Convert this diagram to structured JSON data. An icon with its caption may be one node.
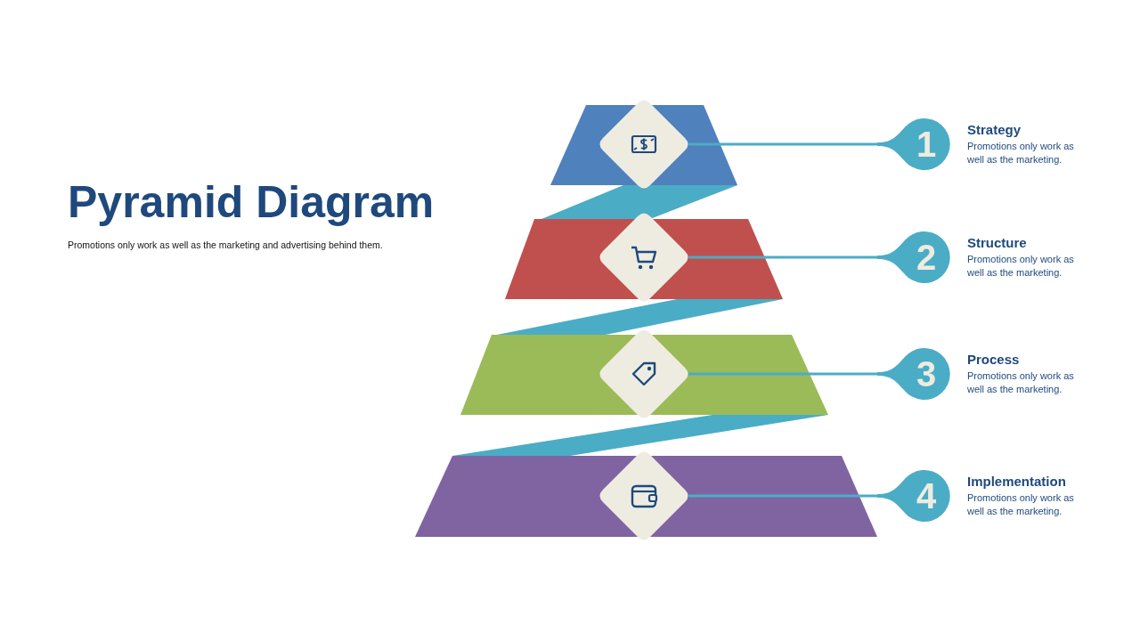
{
  "diagram": {
    "title": "Pyramid Diagram",
    "nodes": [
      {
        "text": [],
        "shape": "diamond"
      },
      {
        "text": [
          "1"
        ],
        "beside": [
          "Strategy",
          "Promotions only work as well as the marketing."
        ]
      },
      {
        "text": [],
        "shape": "diamond"
      },
      {
        "text": [
          "2"
        ],
        "beside": [
          "Structure",
          "Promotions only work as well as the marketing."
        ]
      },
      {
        "text": [],
        "shape": "diamond"
      },
      {
        "text": [
          "3"
        ],
        "beside": [
          "Process",
          "Promotions only work as well as the marketing."
        ]
      },
      {
        "text": [],
        "shape": "diamond"
      },
      {
        "text": [
          "4"
        ],
        "beside": [
          "Implementation",
          "Promotions only work as well as the marketing."
        ]
      }
    ],
    "edges": [
      {
        "from": 0,
        "to": 1,
        "arrow": "none"
      },
      {
        "from": 2,
        "to": 3,
        "arrow": "none"
      },
      {
        "from": 4,
        "to": 5,
        "arrow": "none"
      },
      {
        "from": 6,
        "to": 7,
        "arrow": "none"
      }
    ],
    "labels": [
      "Promotions only work as well as the marketing and advertising behind them."
    ]
  }
}
